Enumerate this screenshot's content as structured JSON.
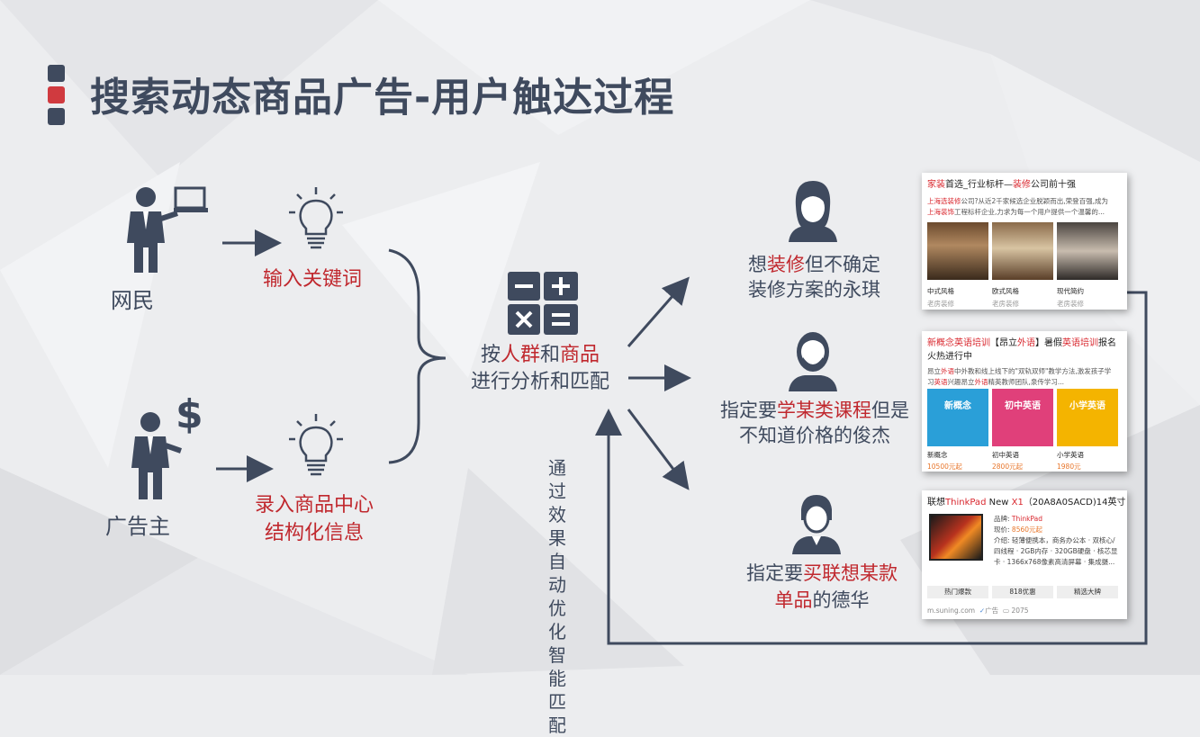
{
  "title": "搜索动态商品广告-用户触达过程",
  "left": {
    "netizen_label": "网民",
    "advertiser_label": "广告主",
    "keyword_label": "输入关键词",
    "product_info_line1": "录入商品中心",
    "product_info_line2": "结构化信息"
  },
  "center": {
    "analysis_prefix": "按",
    "analysis_crowd": "人群",
    "analysis_and": "和",
    "analysis_goods": "商品",
    "analysis_line2": "进行分析和匹配",
    "feedback_text": "通过效果自动优化智能匹配"
  },
  "users": [
    {
      "pre": "想",
      "hl": "装修",
      "post": "但不确定",
      "line2": "装修方案的永琪"
    },
    {
      "pre": "指定要",
      "hl": "学某类课程",
      "post": "但是",
      "line2": "不知道价格的俊杰"
    },
    {
      "pre": "指定要",
      "hl": "买联想某款",
      "post": "",
      "line2_hl": "单品",
      "line2": "的德华"
    }
  ],
  "card1": {
    "title_hl1": "家装",
    "title_mid": "首选_行业标杆—",
    "title_hl2": "装修",
    "title_end": "公司前十强",
    "desc1_hl": "上海选装修",
    "desc1": "公司?从近2千家候选企业脱颖而出,荣登百强,成为",
    "desc2_hl": "上海装饰",
    "desc2": "工程标杆企业,力求为每一个用户提供一个温馨的...",
    "items": [
      {
        "name": "中式风格",
        "sub": "老房装修"
      },
      {
        "name": "欧式风格",
        "sub": "老房装修"
      },
      {
        "name": "现代简约",
        "sub": "老房装修"
      }
    ]
  },
  "card2": {
    "title_hl1": "新概念英语培训",
    "title_mid": "【昂立",
    "title_hl2": "外语",
    "title_mid2": "】暑假",
    "title_hl3": "英语培训",
    "title_end": "报名",
    "title_line2": "火热进行中",
    "desc1_pre": "昂立",
    "desc1_hl": "外语",
    "desc1": "中外教和线上线下的\"双轨双师\"教学方法,激发孩子学",
    "desc2_pre": "习",
    "desc2_hl": "英语",
    "desc2": "兴趣昂立",
    "desc2_hl2": "外语",
    "desc2_end": "精英教师团队,泉传学习...",
    "items": [
      {
        "book": "新概念",
        "name": "新概念",
        "price": "10500元起",
        "color": "#2a9fd8"
      },
      {
        "book": "初中英语",
        "name": "初中英语",
        "price": "2800元起",
        "color": "#e0407a"
      },
      {
        "book": "小学英语",
        "name": "小学英语",
        "price": "1980元",
        "color": "#f4b400"
      }
    ]
  },
  "card3": {
    "title_pre": "联想",
    "title_hl1": "ThinkPad",
    "title_mid": " New ",
    "title_hl2": "X1",
    "title_end": "（20A8A0SACD)14英寸",
    "brand_label": "品牌: ",
    "brand": "ThinkPad",
    "price_label": "现价: ",
    "price": "8560元起",
    "intro": [
      "介绍: 轻薄便携本，商务办公本 · 双核心/",
      "四线程 · 2GB内存 · 320GB硬盘 · 核芯显",
      "卡 · 1366x768像素高清屏幕 · 集成摄..."
    ],
    "buttons": [
      "热门爆款",
      "818优惠",
      "精选大牌"
    ],
    "site": "m.suning.com",
    "ad": "广告",
    "count": "2075"
  },
  "colors": {
    "primary": "#3f4a5e",
    "accent": "#c0282e",
    "block_dark": "#3f4a5e",
    "block_red": "#d03a3f"
  }
}
